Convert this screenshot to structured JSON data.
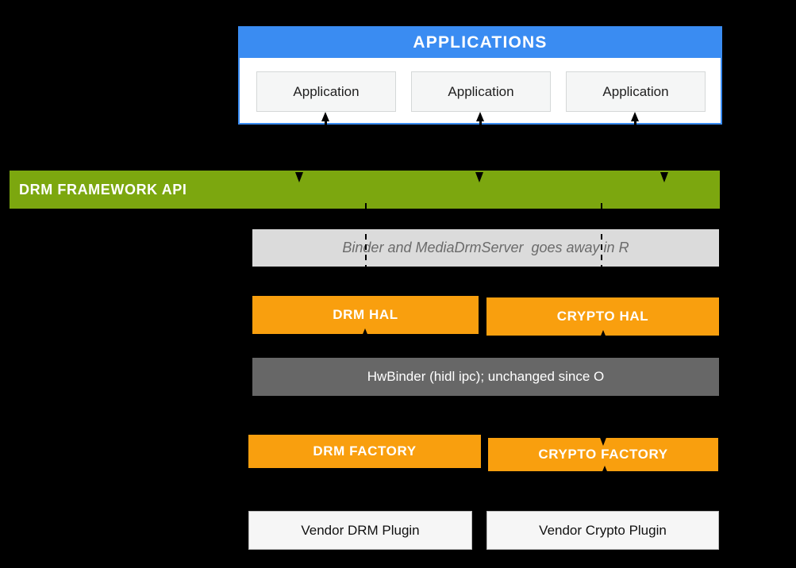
{
  "slide": {
    "background_color": "#000000"
  },
  "colors": {
    "blue": "#3A8CF2",
    "green": "#7CA70F",
    "orange": "#F99F0E",
    "note_bar_gray": "#DBDBDB",
    "hwbinder_gray": "#676767",
    "app_box_bg": "#F5F6F6",
    "vendor_box_bg": "#F6F6F6",
    "arrow_black": "#000000"
  },
  "applications": {
    "header": "APPLICATIONS",
    "items": [
      "Application",
      "Application",
      "Application"
    ]
  },
  "framework": {
    "label": "DRM FRAMEWORK API"
  },
  "binder_note": {
    "label": "Binder and MediaDrmServer  goes away in R"
  },
  "hal": {
    "drm": "DRM HAL",
    "crypto": "CRYPTO HAL"
  },
  "hwbinder": {
    "label": "HwBinder (hidl ipc); unchanged since O"
  },
  "factory": {
    "drm": "DRM FACTORY",
    "crypto": "CRYPTO FACTORY"
  },
  "vendor": {
    "drm": "Vendor DRM Plugin",
    "crypto": "Vendor Crypto Plugin"
  }
}
